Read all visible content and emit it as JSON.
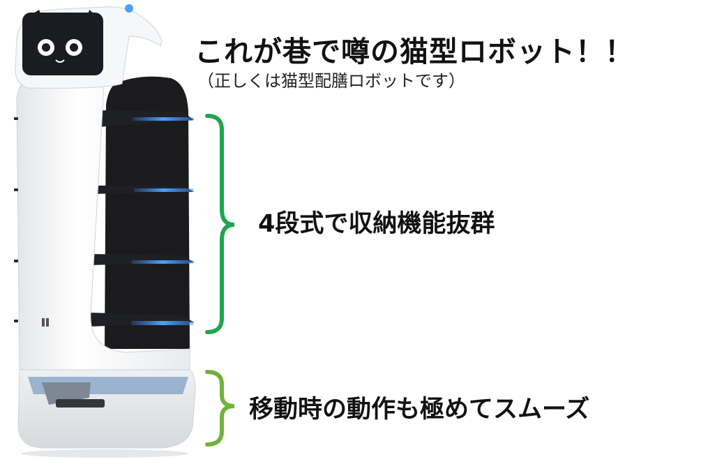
{
  "headline": {
    "title": "これが巷で噂の猫型ロボット！！",
    "subtitle": "（正しくは猫型配膳ロボットです）"
  },
  "callouts": [
    {
      "text": "4段式で収納機能抜群"
    },
    {
      "text": "移動時の動作も極めてスムーズ"
    }
  ],
  "colors": {
    "bracket_upper": "#1fa64a",
    "bracket_lower": "#6fb33a",
    "led_blue": "#3d8cff",
    "robot_body": "#f4f5f7",
    "tray_dark": "#1b1b1d"
  },
  "icons": {
    "robot_face": "cat-face-display"
  }
}
